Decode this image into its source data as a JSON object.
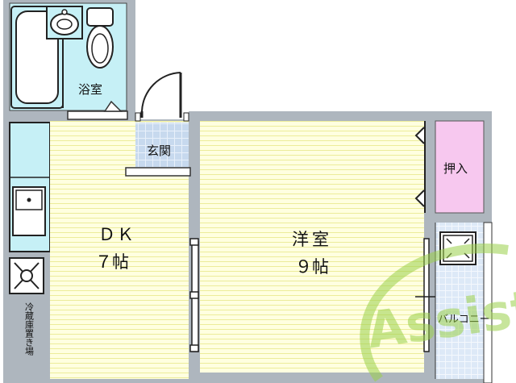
{
  "rooms": {
    "bath": {
      "label": "浴室"
    },
    "entrance": {
      "label": "玄関"
    },
    "dk": {
      "label": "ＤＫ",
      "size": "７帖"
    },
    "western": {
      "label": "洋室",
      "size": "９帖"
    },
    "closet": {
      "label": "押入"
    },
    "balcony": {
      "label": "バルコニー"
    },
    "fridge": {
      "label": "冷蔵庫置き場"
    }
  },
  "watermark": {
    "text": "Assist"
  },
  "colors": {
    "wall": "#aeb6be",
    "wall_dark": "#8e969e",
    "bath_fill": "#c6f0f6",
    "floor_fill": "#ffffe0",
    "floor_stripe": "#ecec9a",
    "closet_fill": "#f7c8ef",
    "tile_fill": "#c7d9ee",
    "balcony_fill": "#dde9f7",
    "kitchen_fill": "#c6f0f6",
    "watermark_green": "#9bd04a"
  }
}
